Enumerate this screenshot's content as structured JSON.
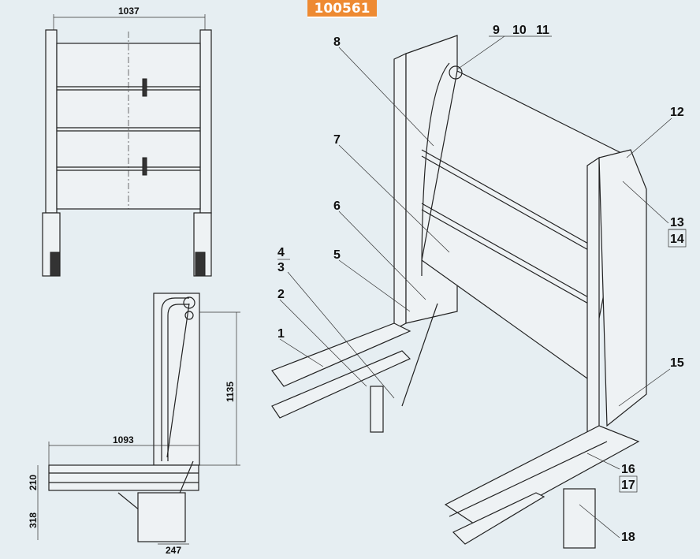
{
  "article_number": "100561",
  "dimensions": {
    "top_width": "1037",
    "height": "1135",
    "depth": "1093",
    "base_height": "210",
    "lower_height": "318",
    "offset": "247"
  },
  "callouts": [
    "1",
    "2",
    "3",
    "4",
    "5",
    "6",
    "7",
    "8",
    "9",
    "10",
    "11",
    "12",
    "13",
    "14",
    "15",
    "16",
    "17",
    "18"
  ],
  "boxed_callouts": [
    "14",
    "17"
  ]
}
